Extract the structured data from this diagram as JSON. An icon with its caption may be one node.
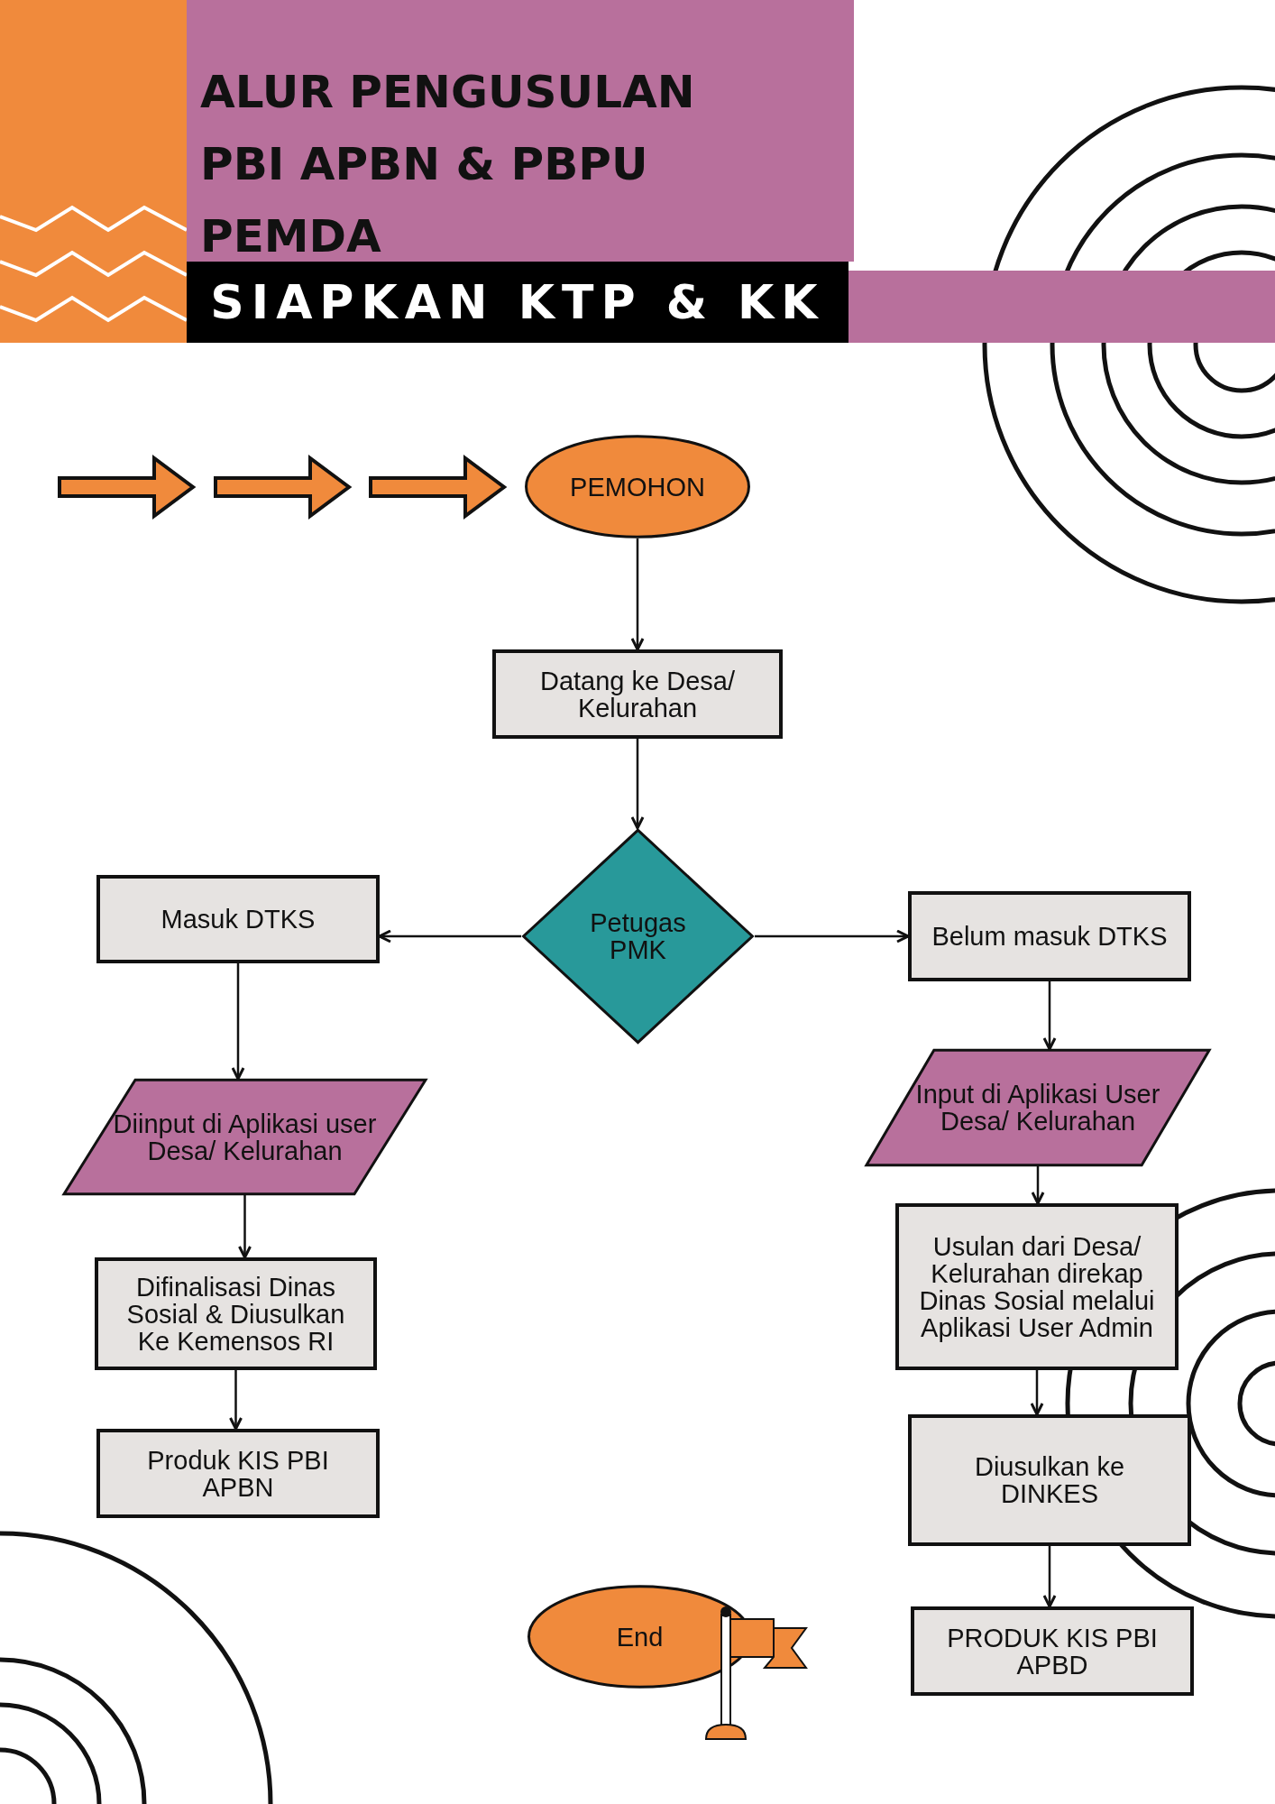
{
  "diagram": {
    "title": "ALUR PENGUSULAN PBI APBN & PBPU PEMDA",
    "nodes": [
      {
        "text": [
          "PEMOHON"
        ]
      },
      {
        "text": [
          "Datang ke Desa/ Kelurahan"
        ]
      },
      {
        "text": [
          "Petugas PMK"
        ]
      },
      {
        "text": [
          "Masuk DTKS"
        ]
      },
      {
        "text": [
          "Belum masuk DTKS"
        ]
      },
      {
        "text": [
          "Diinput di Aplikasi user Desa/ Kelurahan"
        ]
      },
      {
        "text": [
          "Difinalisasi Dinas Sosial & Diusulkan Ke Kemensos RI"
        ]
      },
      {
        "text": [
          "Produk KIS PBI APBN"
        ]
      },
      {
        "text": [
          "Input di Aplikasi User Desa/ Kelurahan"
        ]
      },
      {
        "text": [
          "Usulan dari Desa/ Kelurahan direkap Dinas Sosial melalui Aplikasi User Admin"
        ]
      },
      {
        "text": [
          "Diusulkan ke DINKES"
        ]
      },
      {
        "text": [
          "PRODUK KIS PBI APBD"
        ]
      },
      {
        "text": [
          "End"
        ]
      }
    ],
    "edges": [
      {
        "from": 0,
        "to": 1,
        "arrow": "to"
      },
      {
        "from": 1,
        "to": 2,
        "arrow": "to"
      },
      {
        "from": 2,
        "to": 3,
        "arrow": "to"
      },
      {
        "from": 2,
        "to": 4,
        "arrow": "to"
      },
      {
        "from": 3,
        "to": 5,
        "arrow": "to"
      },
      {
        "from": 5,
        "to": 6,
        "arrow": "to"
      },
      {
        "from": 6,
        "to": 7,
        "arrow": "to"
      },
      {
        "from": 4,
        "to": 8,
        "arrow": "to"
      },
      {
        "from": 8,
        "to": 9,
        "arrow": "to"
      },
      {
        "from": 9,
        "to": 10,
        "arrow": "to"
      },
      {
        "from": 10,
        "to": 11,
        "arrow": "to"
      }
    ],
    "labels": [
      "SIAPKAN KTP & KK"
    ]
  }
}
